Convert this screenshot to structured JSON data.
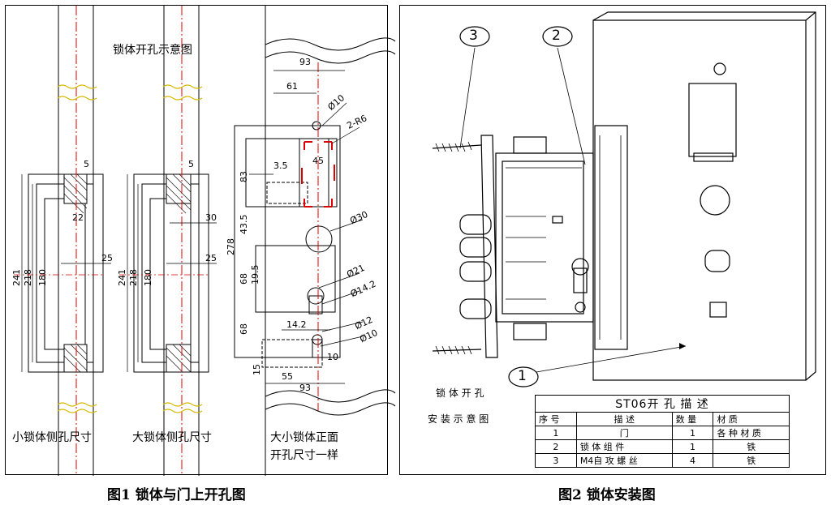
{
  "figure1": {
    "title": "锁体开孔示意图",
    "caption": "图1 锁体与门上开孔图",
    "left_label": "小锁体侧孔尺寸",
    "middle_label": "大锁体侧孔尺寸",
    "right_label_line1": "大小锁体正面",
    "right_label_line2": "开孔尺寸一样",
    "side_small": {
      "d5": "5",
      "d22": "22",
      "d25": "25",
      "d241": "241",
      "d218": "218",
      "d180": "180"
    },
    "side_large": {
      "d5": "5",
      "d30": "30",
      "d25": "25",
      "d241": "241",
      "d218": "218",
      "d180": "180"
    },
    "front": {
      "d93_top": "93",
      "d61": "61",
      "phi10_top": "Ø10",
      "r6": "2-R6",
      "d45": "45",
      "d3_5": "3.5",
      "d83": "83",
      "d43_5": "43.5",
      "phi30": "Ø30",
      "d278": "278",
      "d68_a": "68",
      "d19_5": "19.5",
      "phi21": "Ø21",
      "phi14_2": "Ø14.2",
      "d14_2": "14.2",
      "d68_b": "68",
      "phi12": "Ø12",
      "phi10_bot": "Ø10",
      "d10": "10",
      "d15": "15",
      "d55": "55",
      "d93_bot": "93"
    }
  },
  "figure2": {
    "caption": "图2 锁体安装图",
    "side_line1": "锁 体 开 孔",
    "side_line2": "安 装 示 意 图",
    "callouts": [
      "3",
      "2",
      "1"
    ],
    "table": {
      "title": "ST06开 孔 描 述",
      "headers": [
        "序 号",
        "描 述",
        "数 量",
        "材 质"
      ],
      "rows": [
        [
          "1",
          "门",
          "1",
          "各 种 材 质"
        ],
        [
          "2",
          "锁 体 组 件",
          "1",
          "铁"
        ],
        [
          "3",
          "M4自 攻 螺 丝",
          "4",
          "铁"
        ]
      ]
    }
  }
}
